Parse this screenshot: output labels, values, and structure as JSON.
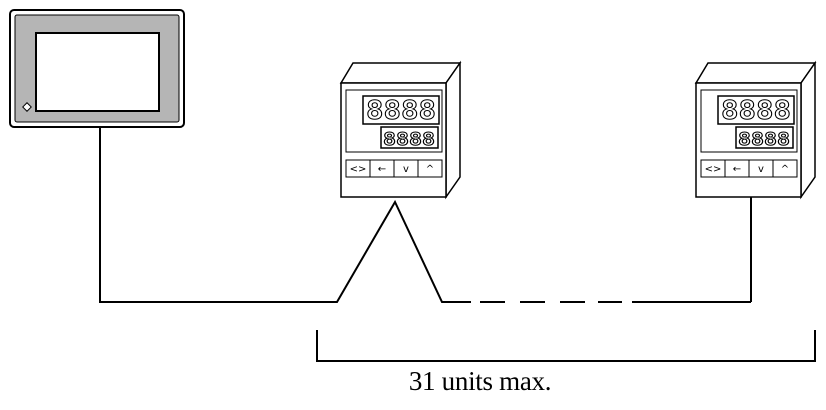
{
  "caption": "31 units max.",
  "controller_1": {
    "pv_display": "8888",
    "sv_display": "8888",
    "keys": [
      "<>",
      "←",
      "v",
      "^"
    ]
  },
  "controller_2": {
    "pv_display": "8888",
    "sv_display": "8888",
    "keys": [
      "<>",
      "←",
      "v",
      "^"
    ]
  }
}
